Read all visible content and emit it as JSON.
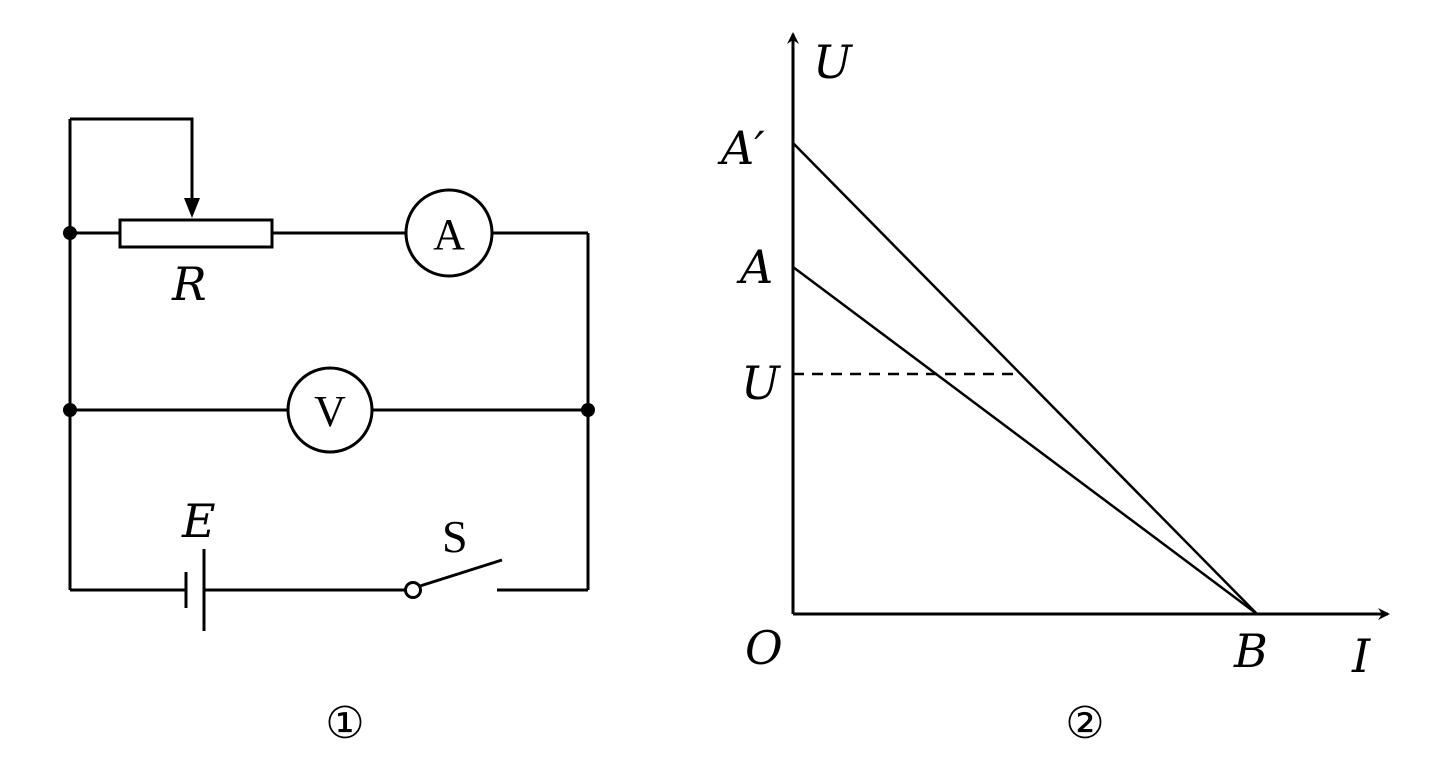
{
  "circuit": {
    "resistor_label": "R",
    "ammeter_label": "A",
    "voltmeter_label": "V",
    "battery_label": "E",
    "switch_label": "S",
    "caption": "①"
  },
  "graph": {
    "y_axis_label": "U",
    "x_axis_label": "I",
    "origin_label": "O",
    "point_a_prime_label": "A′",
    "point_a_label": "A",
    "u_tick_label": "U",
    "point_b_label": "B",
    "caption": "②"
  },
  "colors": {
    "ink": "#000000",
    "background": "#ffffff"
  }
}
